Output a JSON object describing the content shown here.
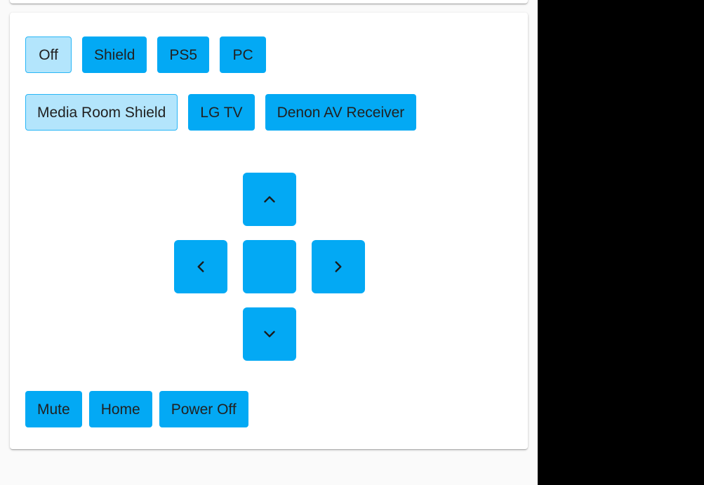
{
  "app": {
    "background_color": "#fafafa",
    "outside_color": "#000000",
    "card_color": "#ffffff",
    "accent_color": "#03a9f4",
    "accent_selected_color": "#b3e5fc",
    "accent_selected_border_color": "#29b6f6",
    "text_color": "#212121"
  },
  "remote": {
    "source_row": {
      "name": "source-selector",
      "selected": "Off",
      "buttons": [
        {
          "label": "Off",
          "selected": true
        },
        {
          "label": "Shield",
          "selected": false
        },
        {
          "label": "PS5",
          "selected": false
        },
        {
          "label": "PC",
          "selected": false
        }
      ]
    },
    "device_row": {
      "name": "device-selector",
      "selected": "Media Room Shield",
      "buttons": [
        {
          "label": "Media Room Shield",
          "selected": true
        },
        {
          "label": "LG TV",
          "selected": false
        },
        {
          "label": "Denon AV Receiver",
          "selected": false
        }
      ]
    },
    "dpad": {
      "up": {
        "icon": "chevron-up-icon",
        "label": ""
      },
      "left": {
        "icon": "chevron-left-icon",
        "label": ""
      },
      "ok": {
        "icon": "",
        "label": ""
      },
      "right": {
        "icon": "chevron-right-icon",
        "label": ""
      },
      "down": {
        "icon": "chevron-down-icon",
        "label": ""
      }
    },
    "action_row": {
      "buttons": [
        {
          "label": "Mute"
        },
        {
          "label": "Home"
        },
        {
          "label": "Power Off"
        }
      ]
    }
  }
}
